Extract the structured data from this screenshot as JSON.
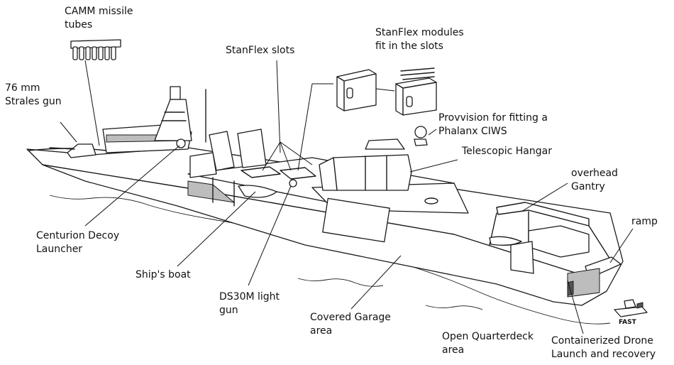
{
  "labels": {
    "camm": [
      "CAMM missile",
      "tubes"
    ],
    "stanflex_slots": [
      "StanFlex slots"
    ],
    "stanflex_modules": [
      "StanFlex modules",
      "fit in the slots"
    ],
    "gun76": [
      "76 mm",
      "Strales gun"
    ],
    "phalanx": [
      "Provvision for fitting a",
      "Phalanx CIWS"
    ],
    "hangar": [
      "Telescopic Hangar"
    ],
    "gantry": [
      "overhead",
      "Gantry"
    ],
    "ramp": [
      "ramp"
    ],
    "decoy": [
      "Centurion Decoy",
      "Launcher"
    ],
    "boat": [
      "Ship's boat"
    ],
    "ds30m": [
      "DS30M light",
      "gun"
    ],
    "garage": [
      "Covered Garage",
      "area"
    ],
    "quarterdeck": [
      "Open Quarterdeck",
      "area"
    ],
    "drone": [
      "Containerized Drone",
      "Launch and recovery"
    ],
    "fast": "FAST"
  },
  "colors": {
    "ink": "#1a1a1a",
    "background": "#ffffff"
  }
}
